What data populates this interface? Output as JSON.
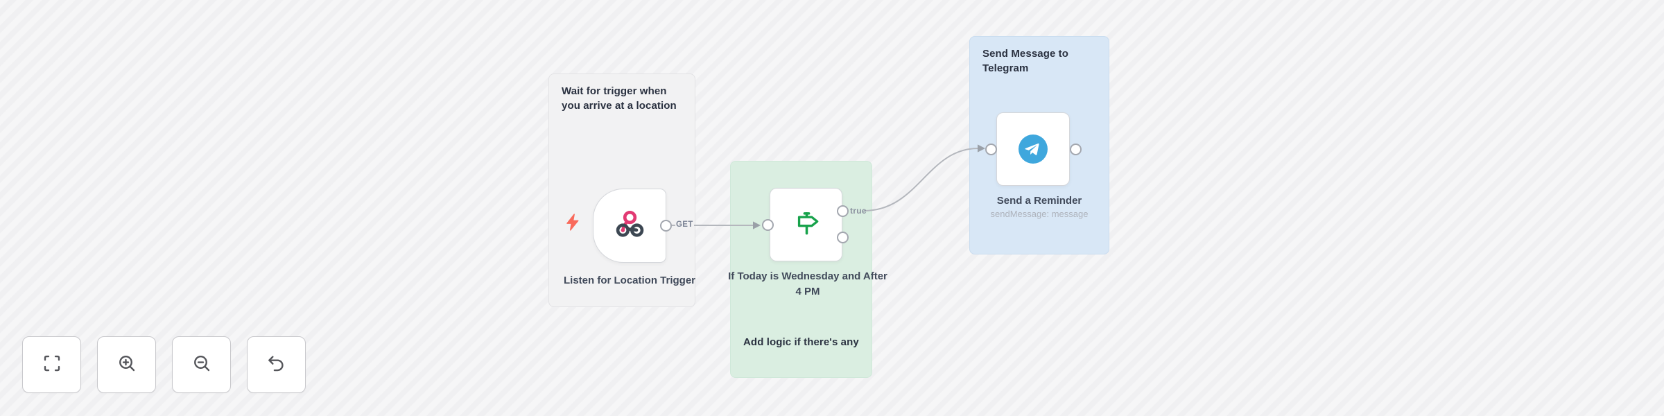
{
  "workflow": {
    "stickies": {
      "trigger": {
        "text": "Wait for trigger when you arrive at a location",
        "color": "#f2f2f3"
      },
      "logic": {
        "text": "Add logic if there's any",
        "color": "#daeee1"
      },
      "telegram": {
        "text": "Send Message to Telegram",
        "color": "#d8e7f6"
      }
    },
    "nodes": {
      "webhook": {
        "label": "Listen for Location Trigger",
        "port_label": "GET",
        "icon": "webhook-icon"
      },
      "if": {
        "label": "If Today is Wednesday and After 4 PM",
        "true_label": "true",
        "icon": "signpost-icon"
      },
      "telegram": {
        "label": "Send a Reminder",
        "subtitle": "sendMessage: message",
        "icon": "telegram-icon"
      }
    }
  },
  "toolbar": {
    "buttons": [
      {
        "icon": "fit-view-icon"
      },
      {
        "icon": "zoom-in-icon"
      },
      {
        "icon": "zoom-out-icon"
      },
      {
        "icon": "undo-icon"
      }
    ]
  },
  "colors": {
    "webhook_pink": "#e23a73",
    "webhook_dark": "#3c4752",
    "trigger_bolt": "#f9695a",
    "if_green": "#17a24b",
    "telegram_blue": "#3fa7dd",
    "wire_gray": "#b4b7bd"
  }
}
